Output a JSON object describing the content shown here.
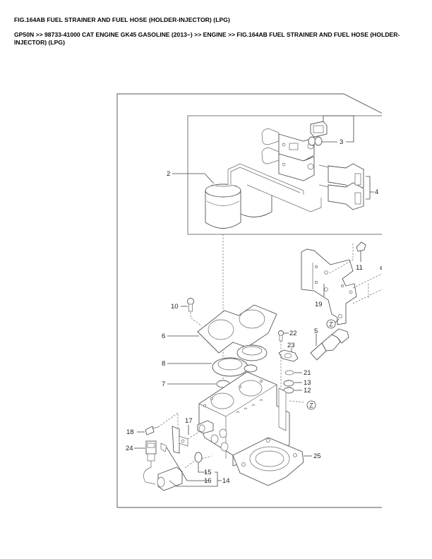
{
  "page": {
    "figure_title": "FIG.164AB FUEL STRAINER AND FUEL HOSE (HOLDER-INJECTOR) (LPG)",
    "breadcrumb": [
      {
        "label": "GP50N"
      },
      {
        "label": "98733-41000 CAT ENGINE GK45 GASOLINE (2013~)"
      },
      {
        "label": "ENGINE"
      },
      {
        "label": "FIG.164AB FUEL STRAINER AND FUEL HOSE (HOLDER-INJECTOR) (LPG)"
      }
    ],
    "breadcrumb_separator": ">>"
  },
  "diagram": {
    "callouts": {
      "c2": "2",
      "c3": "3",
      "c4": "4",
      "c5": "5",
      "c6": "6",
      "c7": "7",
      "c8": "8",
      "c10": "10",
      "c11": "11",
      "c12": "12",
      "c13": "13",
      "c14": "14",
      "c15": "15",
      "c16": "16",
      "c17": "17",
      "c18": "18",
      "c19": "19",
      "c21": "21",
      "c22": "22",
      "c23": "23",
      "c24": "24",
      "c25": "25"
    },
    "reference_marker": "Z"
  }
}
